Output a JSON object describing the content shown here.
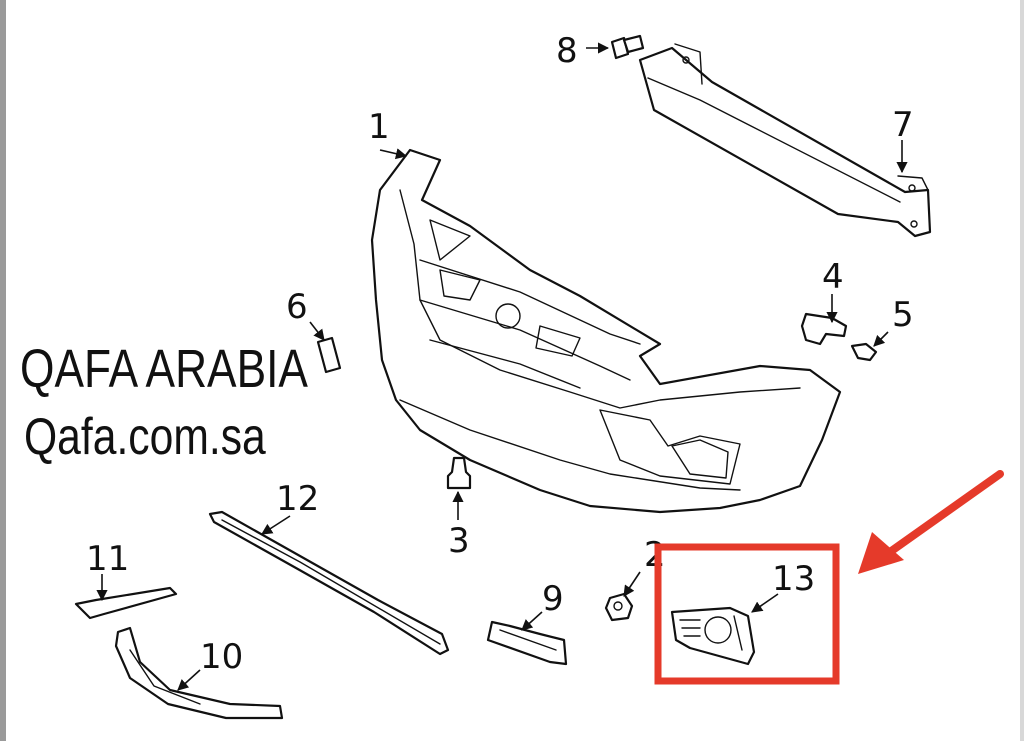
{
  "brand": {
    "name": "QAFA ARABIA",
    "url": "Qafa.com.sa"
  },
  "callouts": {
    "c1": "1",
    "c2": "2",
    "c3": "3",
    "c4": "4",
    "c5": "5",
    "c6": "6",
    "c7": "7",
    "c8": "8",
    "c9": "9",
    "c10": "10",
    "c11": "11",
    "c12": "12",
    "c13": "13"
  },
  "highlight": {
    "target_part": "13",
    "color": "#e53a2a"
  }
}
